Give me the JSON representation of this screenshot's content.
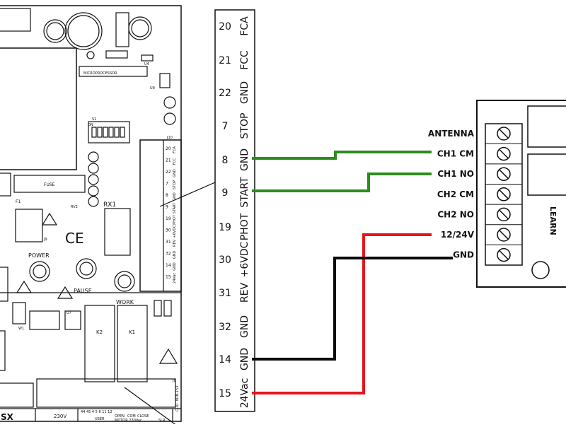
{
  "board": {
    "model_suffix": "SX",
    "labels": {
      "microprocessor": "MICROPROCESSOR",
      "fuse": "FUSE",
      "f1": "F1",
      "rx1": "RX1",
      "rv2": "RV2",
      "j9": "J9",
      "j10": "J10",
      "j8": "J8",
      "ce": "CE",
      "power": "POWER",
      "pause": "PAUSE",
      "work": "WORK",
      "k1": "K1",
      "k2": "K2",
      "w1": "W1",
      "u4": "U4",
      "u7": "U7",
      "u9": "U9",
      "s1": "S1",
      "on": "ON",
      "v230": "230V",
      "open": "OPEN",
      "com": "COM",
      "close": "CLOSE",
      "user": "USER",
      "motor": "MOTOR 230Vac",
      "cod": "COD. 8DN.153",
      "slr": "SLR",
      "bottom_nums": "44  45     4    5    6   11   12"
    },
    "mini_terminals": [
      {
        "num": "20",
        "label": "FCA"
      },
      {
        "num": "21",
        "label": "FCC"
      },
      {
        "num": "22",
        "label": "GND"
      },
      {
        "num": "7",
        "label": "STOP"
      },
      {
        "num": "8",
        "label": "GND"
      },
      {
        "num": "9",
        "label": "START"
      },
      {
        "num": "19",
        "label": "PHOT"
      },
      {
        "num": "30",
        "label": "+6VDC"
      },
      {
        "num": "31",
        "label": "REV"
      },
      {
        "num": "32",
        "label": "GND"
      },
      {
        "num": "14",
        "label": "GND"
      },
      {
        "num": "15",
        "label": "24Vac"
      }
    ]
  },
  "terminal_strip": [
    {
      "num": "20",
      "label": "FCA"
    },
    {
      "num": "21",
      "label": "FCC"
    },
    {
      "num": "22",
      "label": "GND"
    },
    {
      "num": "7",
      "label": "STOP"
    },
    {
      "num": "8",
      "label": "GND"
    },
    {
      "num": "9",
      "label": "START"
    },
    {
      "num": "19",
      "label": "PHOT"
    },
    {
      "num": "30",
      "label": "+6VDC"
    },
    {
      "num": "31",
      "label": "REV"
    },
    {
      "num": "32",
      "label": "GND"
    },
    {
      "num": "14",
      "label": "GND"
    },
    {
      "num": "15",
      "label": "24Vac"
    }
  ],
  "receiver": {
    "terminals": [
      "ANTENNA",
      "CH1 CM",
      "CH1 NO",
      "CH2 CM",
      "CH2 NO",
      "12/24V",
      "GND"
    ],
    "learn_label": "LEARN"
  },
  "wires": [
    {
      "from": "8",
      "to": "CH1 CM",
      "color": "#2e8b1e"
    },
    {
      "from": "9",
      "to": "CH1 NO",
      "color": "#2e8b1e"
    },
    {
      "from": "15",
      "to": "12/24V",
      "color": "#e8141a"
    },
    {
      "from": "14",
      "to": "GND",
      "color": "#0a0a0a"
    }
  ]
}
